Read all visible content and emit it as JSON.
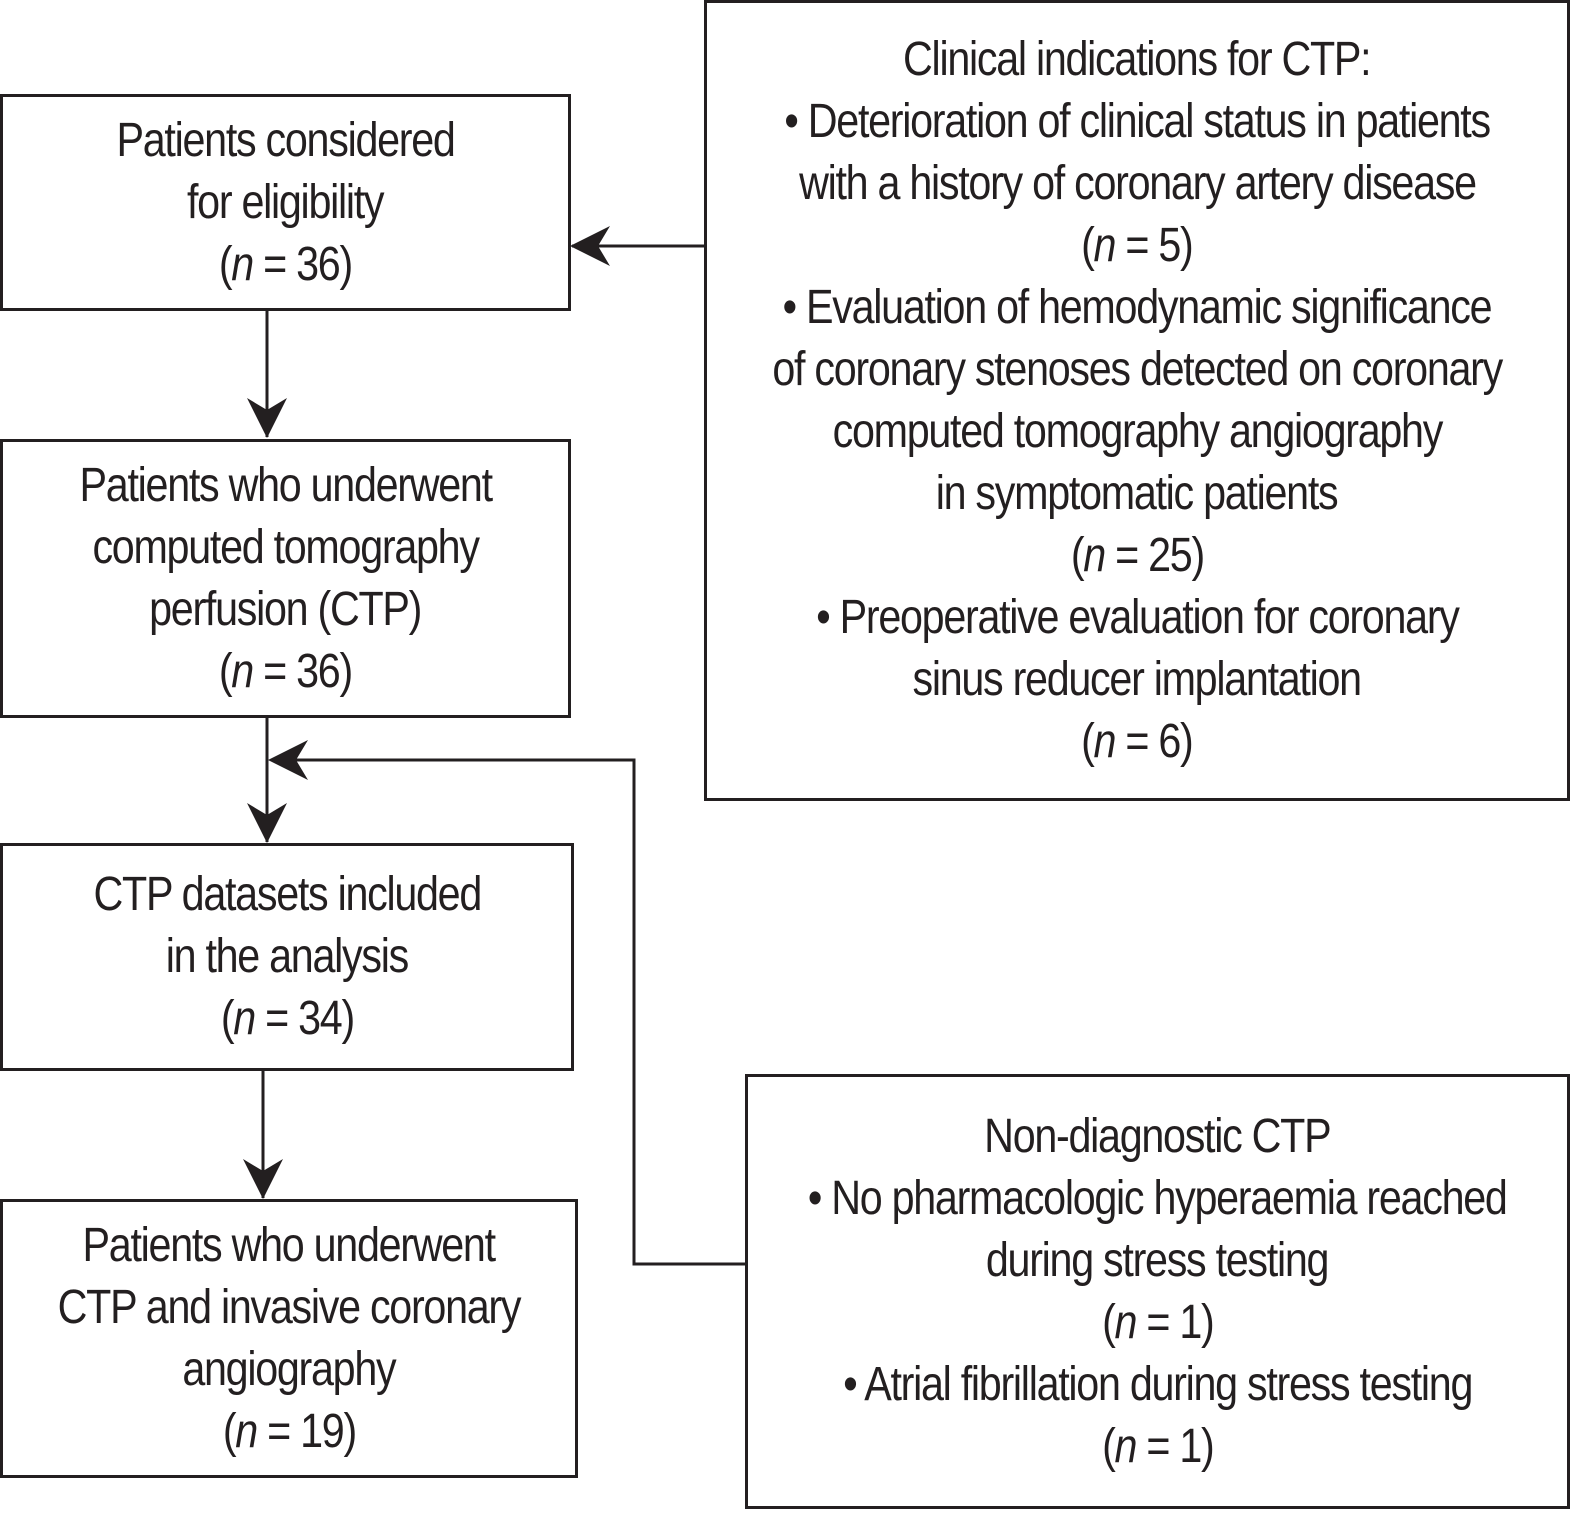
{
  "boxes": {
    "eligible": {
      "lines": [
        "Patients considered",
        "for eligibility"
      ],
      "count": {
        "var": "n",
        "op": " = ",
        "value": "36"
      }
    },
    "ctp": {
      "lines": [
        "Patients who underwent",
        "computed tomography",
        "perfusion (CTP)"
      ],
      "count": {
        "var": "n",
        "op": " = ",
        "value": "36"
      }
    },
    "included": {
      "lines": [
        "CTP datasets included",
        "in the analysis"
      ],
      "count": {
        "var": "n",
        "op": " = ",
        "value": "34"
      }
    },
    "invasive": {
      "lines": [
        "Patients who underwent",
        "CTP and invasive coronary",
        "angiography"
      ],
      "count": {
        "var": "n",
        "op": " = ",
        "value": "19"
      }
    },
    "indications": {
      "title": "Clinical indications for CTP:",
      "items": [
        {
          "lines": [
            "• Deterioration of clinical status in patients",
            "with a history of coronary artery disease"
          ],
          "count": {
            "var": "n",
            "op": " = ",
            "value": "5"
          }
        },
        {
          "lines": [
            "• Evaluation of hemodynamic significance",
            "of coronary stenoses detected on coronary",
            "computed tomography angiography",
            "in symptomatic patients"
          ],
          "count": {
            "var": "n",
            "op": " = ",
            "value": "25"
          }
        },
        {
          "lines": [
            "• Preoperative evaluation for coronary",
            "sinus reducer implantation"
          ],
          "count": {
            "var": "n",
            "op": " = ",
            "value": "6"
          }
        }
      ]
    },
    "nondiagnostic": {
      "title": "Non-diagnostic CTP",
      "items": [
        {
          "lines": [
            "• No pharmacologic hyperaemia reached",
            "during stress testing"
          ],
          "count": {
            "var": "n",
            "op": " = ",
            "value": "1"
          }
        },
        {
          "lines": [
            "• Atrial fibrillation during stress testing"
          ],
          "count": {
            "var": "n",
            "op": " = ",
            "value": "1"
          }
        }
      ]
    }
  },
  "colors": {
    "stroke": "#231f20",
    "background": "#ffffff"
  }
}
